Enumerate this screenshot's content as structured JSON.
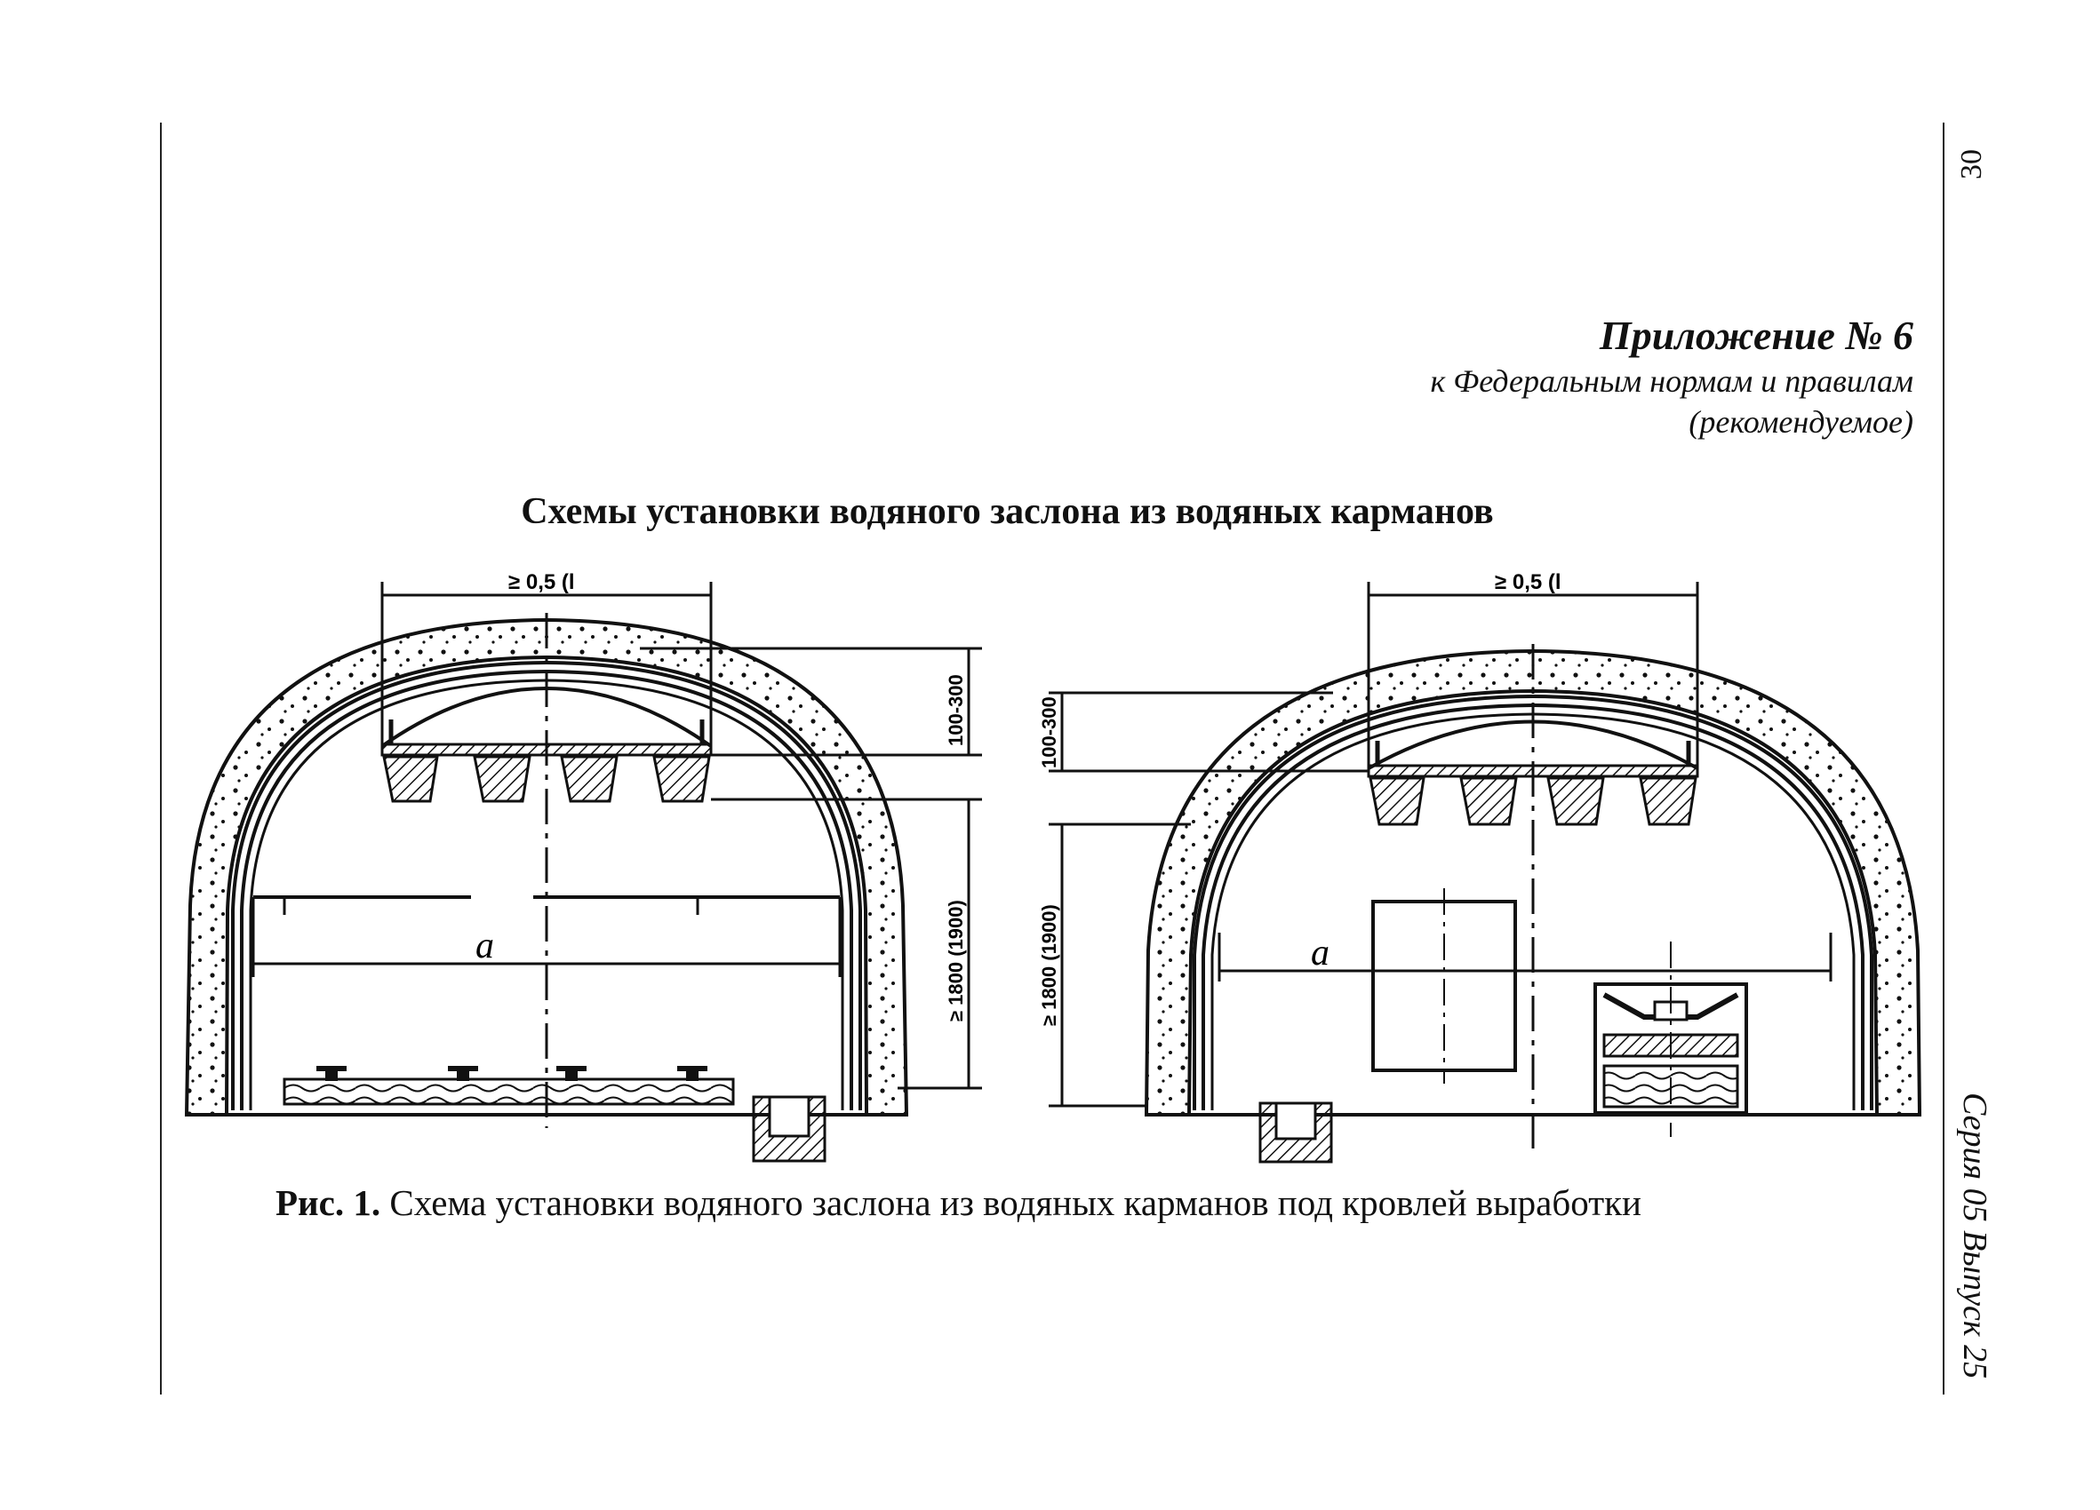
{
  "page_number": "30",
  "series": "Серия 05 Выпуск 25",
  "appendix": {
    "title": "Приложение № 6",
    "line1": "к Федеральным нормам и правилам",
    "line2": "(рекомендуемое)"
  },
  "heading": "Схемы установки водяного заслона из водяных карманов",
  "figure_left": {
    "dim_top": "≥ 0,5 (l",
    "dim_drop": "100-300",
    "dim_height": "≥ 1800 (1900)",
    "dim_width": "a"
  },
  "figure_right": {
    "dim_top": "≥ 0,5 (l",
    "dim_drop": "100-300",
    "dim_height": "≥ 1800 (1900)",
    "dim_width": "a"
  },
  "caption": {
    "label": "Рис. 1.",
    "text": " Схема установки водяного заслона из водяных карманов под кровлей выработки"
  }
}
